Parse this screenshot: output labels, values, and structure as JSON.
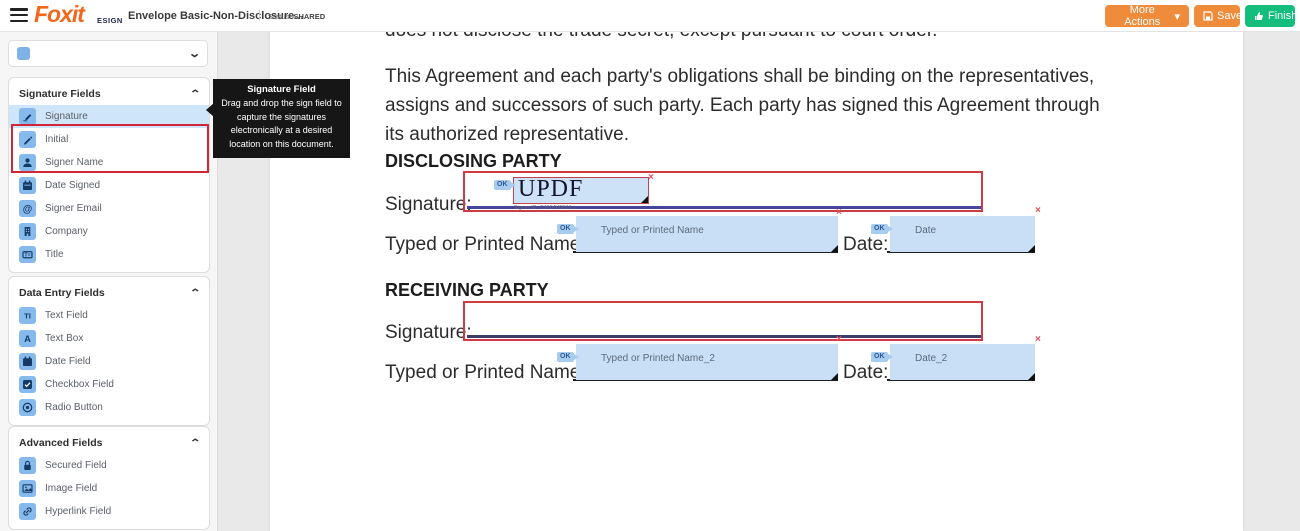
{
  "header": {
    "logo_foxit": "Foxit",
    "logo_esign": "ESIGN",
    "doc_title": "Envelope Basic-Non-Disclosure...",
    "separator": "|",
    "status_prefix": "Status:",
    "status_value": "SHARED",
    "more_actions_label": "More Actions",
    "more_actions_caret": "▾",
    "save_label": "Save",
    "finish_label": "Finish"
  },
  "colors": {
    "accent_orange": "#ee8c3c",
    "accent_green": "#13bd7c",
    "logo_orange": "#f3671c",
    "field_blue": "#c8dff5",
    "icon_blue": "#86b9ec",
    "alert_red": "#cf3a45",
    "signature_line_blue": "#45459b"
  },
  "sidebar": {
    "signer_dropdown": {
      "chevron": "⌄"
    },
    "collapse_chevron": "⌃",
    "panels": [
      {
        "title": "Signature Fields",
        "items": [
          {
            "label": "Signature",
            "icon": "signature-pen-icon"
          },
          {
            "label": "Initial",
            "icon": "initial-pen-icon"
          },
          {
            "label": "Signer Name",
            "icon": "person-icon"
          },
          {
            "label": "Date Signed",
            "icon": "calendar-icon"
          },
          {
            "label": "Signer Email",
            "icon": "at-sign-icon"
          },
          {
            "label": "Company",
            "icon": "building-icon"
          },
          {
            "label": "Title",
            "icon": "title-card-icon"
          }
        ]
      },
      {
        "title": "Data Entry Fields",
        "items": [
          {
            "label": "Text Field",
            "icon": "text-field-icon"
          },
          {
            "label": "Text Box",
            "icon": "text-box-icon"
          },
          {
            "label": "Date Field",
            "icon": "calendar-icon"
          },
          {
            "label": "Checkbox Field",
            "icon": "checkbox-icon"
          },
          {
            "label": "Radio Button",
            "icon": "radio-icon"
          }
        ]
      },
      {
        "title": "Advanced Fields",
        "items": [
          {
            "label": "Secured Field",
            "icon": "lock-icon"
          },
          {
            "label": "Image Field",
            "icon": "image-icon"
          },
          {
            "label": "Hyperlink Field",
            "icon": "link-icon"
          }
        ]
      }
    ]
  },
  "tooltip": {
    "title": "Signature Field",
    "body": "Drag and drop the sign field to capture the signatures electronically at a desired location on this document."
  },
  "document": {
    "clipped_line": "does not disclose the trade secret, except pursuant to court order.",
    "paragraph": "This Agreement and each party's obligations shall be binding on the representatives, assigns and successors of such party. Each party has signed this Agreement through its authorized representative.",
    "ok_badge": "OK",
    "close_x": "×",
    "disclosing": {
      "heading": "DISCLOSING PARTY",
      "signature_label": "Signature:",
      "signature_value": "UPDF",
      "signer_id": "Signer ID: CJP0JVG511...",
      "name_label": "Typed or Printed Name:",
      "name_field_tag": "Typed or Printed Name",
      "date_label": "Date:",
      "date_field_tag": "Date"
    },
    "receiving": {
      "heading": "RECEIVING PARTY",
      "signature_label": "Signature:",
      "name_label": "Typed or Printed Name:",
      "name_field_tag": "Typed or Printed Name_2",
      "date_label": "Date:",
      "date_field_tag": "Date_2"
    }
  }
}
